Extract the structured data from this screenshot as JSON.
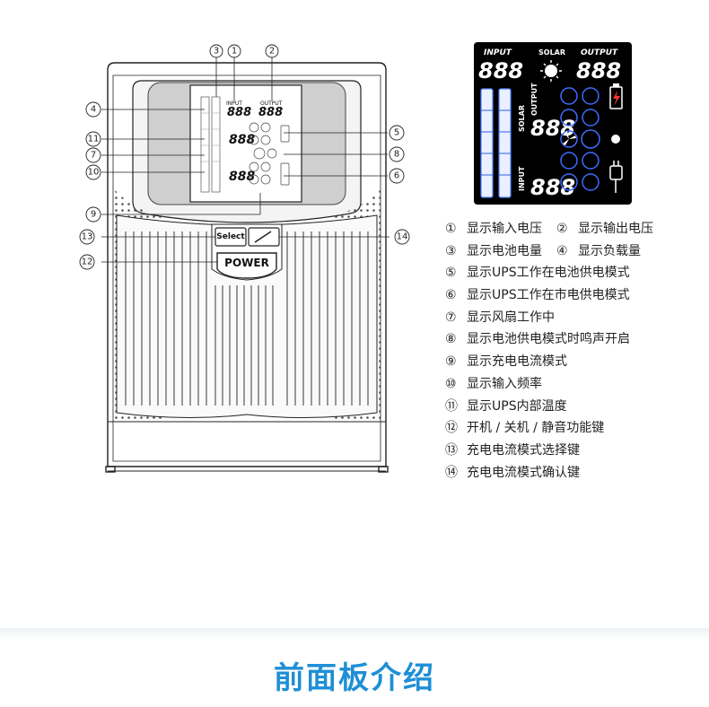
{
  "diagram": {
    "panel_labels": {
      "input": "INPUT",
      "output": "OUTPUT",
      "select": "Select",
      "power": "POWER"
    },
    "callouts": [
      "①",
      "②",
      "③",
      "④",
      "⑤",
      "⑥",
      "⑦",
      "⑧",
      "⑨",
      "⑩",
      "⑪",
      "⑫",
      "⑬",
      "⑭"
    ]
  },
  "lcd": {
    "input": "INPUT",
    "solar": "SOLAR",
    "output": "OUTPUT",
    "digits": "888",
    "vertical_solar": "SOLAR",
    "vertical_output": "OUTPUT",
    "vertical_input": "INPUT"
  },
  "legend": {
    "rows": [
      {
        "items": [
          {
            "num": "①",
            "text": "显示输入电压"
          },
          {
            "num": "②",
            "text": "显示输出电压"
          }
        ]
      },
      {
        "items": [
          {
            "num": "③",
            "text": "显示电池电量"
          },
          {
            "num": "④",
            "text": "显示负载量"
          }
        ]
      },
      {
        "items": [
          {
            "num": "⑤",
            "text": "显示UPS工作在电池供电模式"
          }
        ]
      },
      {
        "items": [
          {
            "num": "⑥",
            "text": "显示UPS工作在市电供电模式"
          }
        ]
      },
      {
        "items": [
          {
            "num": "⑦",
            "text": "显示风扇工作中"
          }
        ]
      },
      {
        "items": [
          {
            "num": "⑧",
            "text": "显示电池供电模式时鸣声开启"
          }
        ]
      },
      {
        "items": [
          {
            "num": "⑨",
            "text": "显示充电电流模式"
          }
        ]
      },
      {
        "items": [
          {
            "num": "⑩",
            "text": "显示输入频率"
          }
        ]
      },
      {
        "items": [
          {
            "num": "⑪",
            "text": "显示UPS内部温度"
          }
        ]
      },
      {
        "items": [
          {
            "num": "⑫",
            "text": "开机 / 关机 / 静音功能键"
          }
        ]
      },
      {
        "items": [
          {
            "num": "⑬",
            "text": "充电电流模式选择键"
          }
        ]
      },
      {
        "items": [
          {
            "num": "⑭",
            "text": "充电电流模式确认键"
          }
        ]
      }
    ]
  },
  "footer": {
    "title": "前面板介绍"
  },
  "colors": {
    "title_blue": "#1e8fd6",
    "lcd_bg": "#000000",
    "lcd_blue": "#2f6bff"
  }
}
